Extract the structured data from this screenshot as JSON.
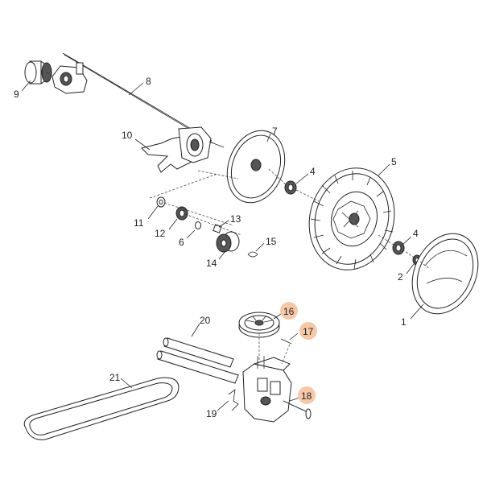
{
  "parts": [
    {
      "id": "p1",
      "number": "1",
      "highlighted": false
    },
    {
      "id": "p2",
      "number": "2",
      "highlighted": false
    },
    {
      "id": "p4a",
      "number": "4",
      "highlighted": false
    },
    {
      "id": "p4b",
      "number": "4",
      "highlighted": false
    },
    {
      "id": "p5",
      "number": "5",
      "highlighted": false
    },
    {
      "id": "p6",
      "number": "6",
      "highlighted": false
    },
    {
      "id": "p7",
      "number": "7",
      "highlighted": false
    },
    {
      "id": "p8",
      "number": "8",
      "highlighted": false
    },
    {
      "id": "p9",
      "number": "9",
      "highlighted": false
    },
    {
      "id": "p10",
      "number": "10",
      "highlighted": false
    },
    {
      "id": "p11",
      "number": "11",
      "highlighted": false
    },
    {
      "id": "p12",
      "number": "12",
      "highlighted": false
    },
    {
      "id": "p13",
      "number": "13",
      "highlighted": false
    },
    {
      "id": "p14",
      "number": "14",
      "highlighted": false
    },
    {
      "id": "p15",
      "number": "15",
      "highlighted": false
    },
    {
      "id": "p16",
      "number": "16",
      "highlighted": true
    },
    {
      "id": "p17",
      "number": "17",
      "highlighted": true
    },
    {
      "id": "p18",
      "number": "18",
      "highlighted": true
    },
    {
      "id": "p19",
      "number": "19",
      "highlighted": false
    },
    {
      "id": "p20",
      "number": "20",
      "highlighted": false
    },
    {
      "id": "p21",
      "number": "21",
      "highlighted": false
    }
  ],
  "colors": {
    "highlight": "#f7c8a8",
    "ink": "#222222",
    "background": "#ffffff"
  }
}
